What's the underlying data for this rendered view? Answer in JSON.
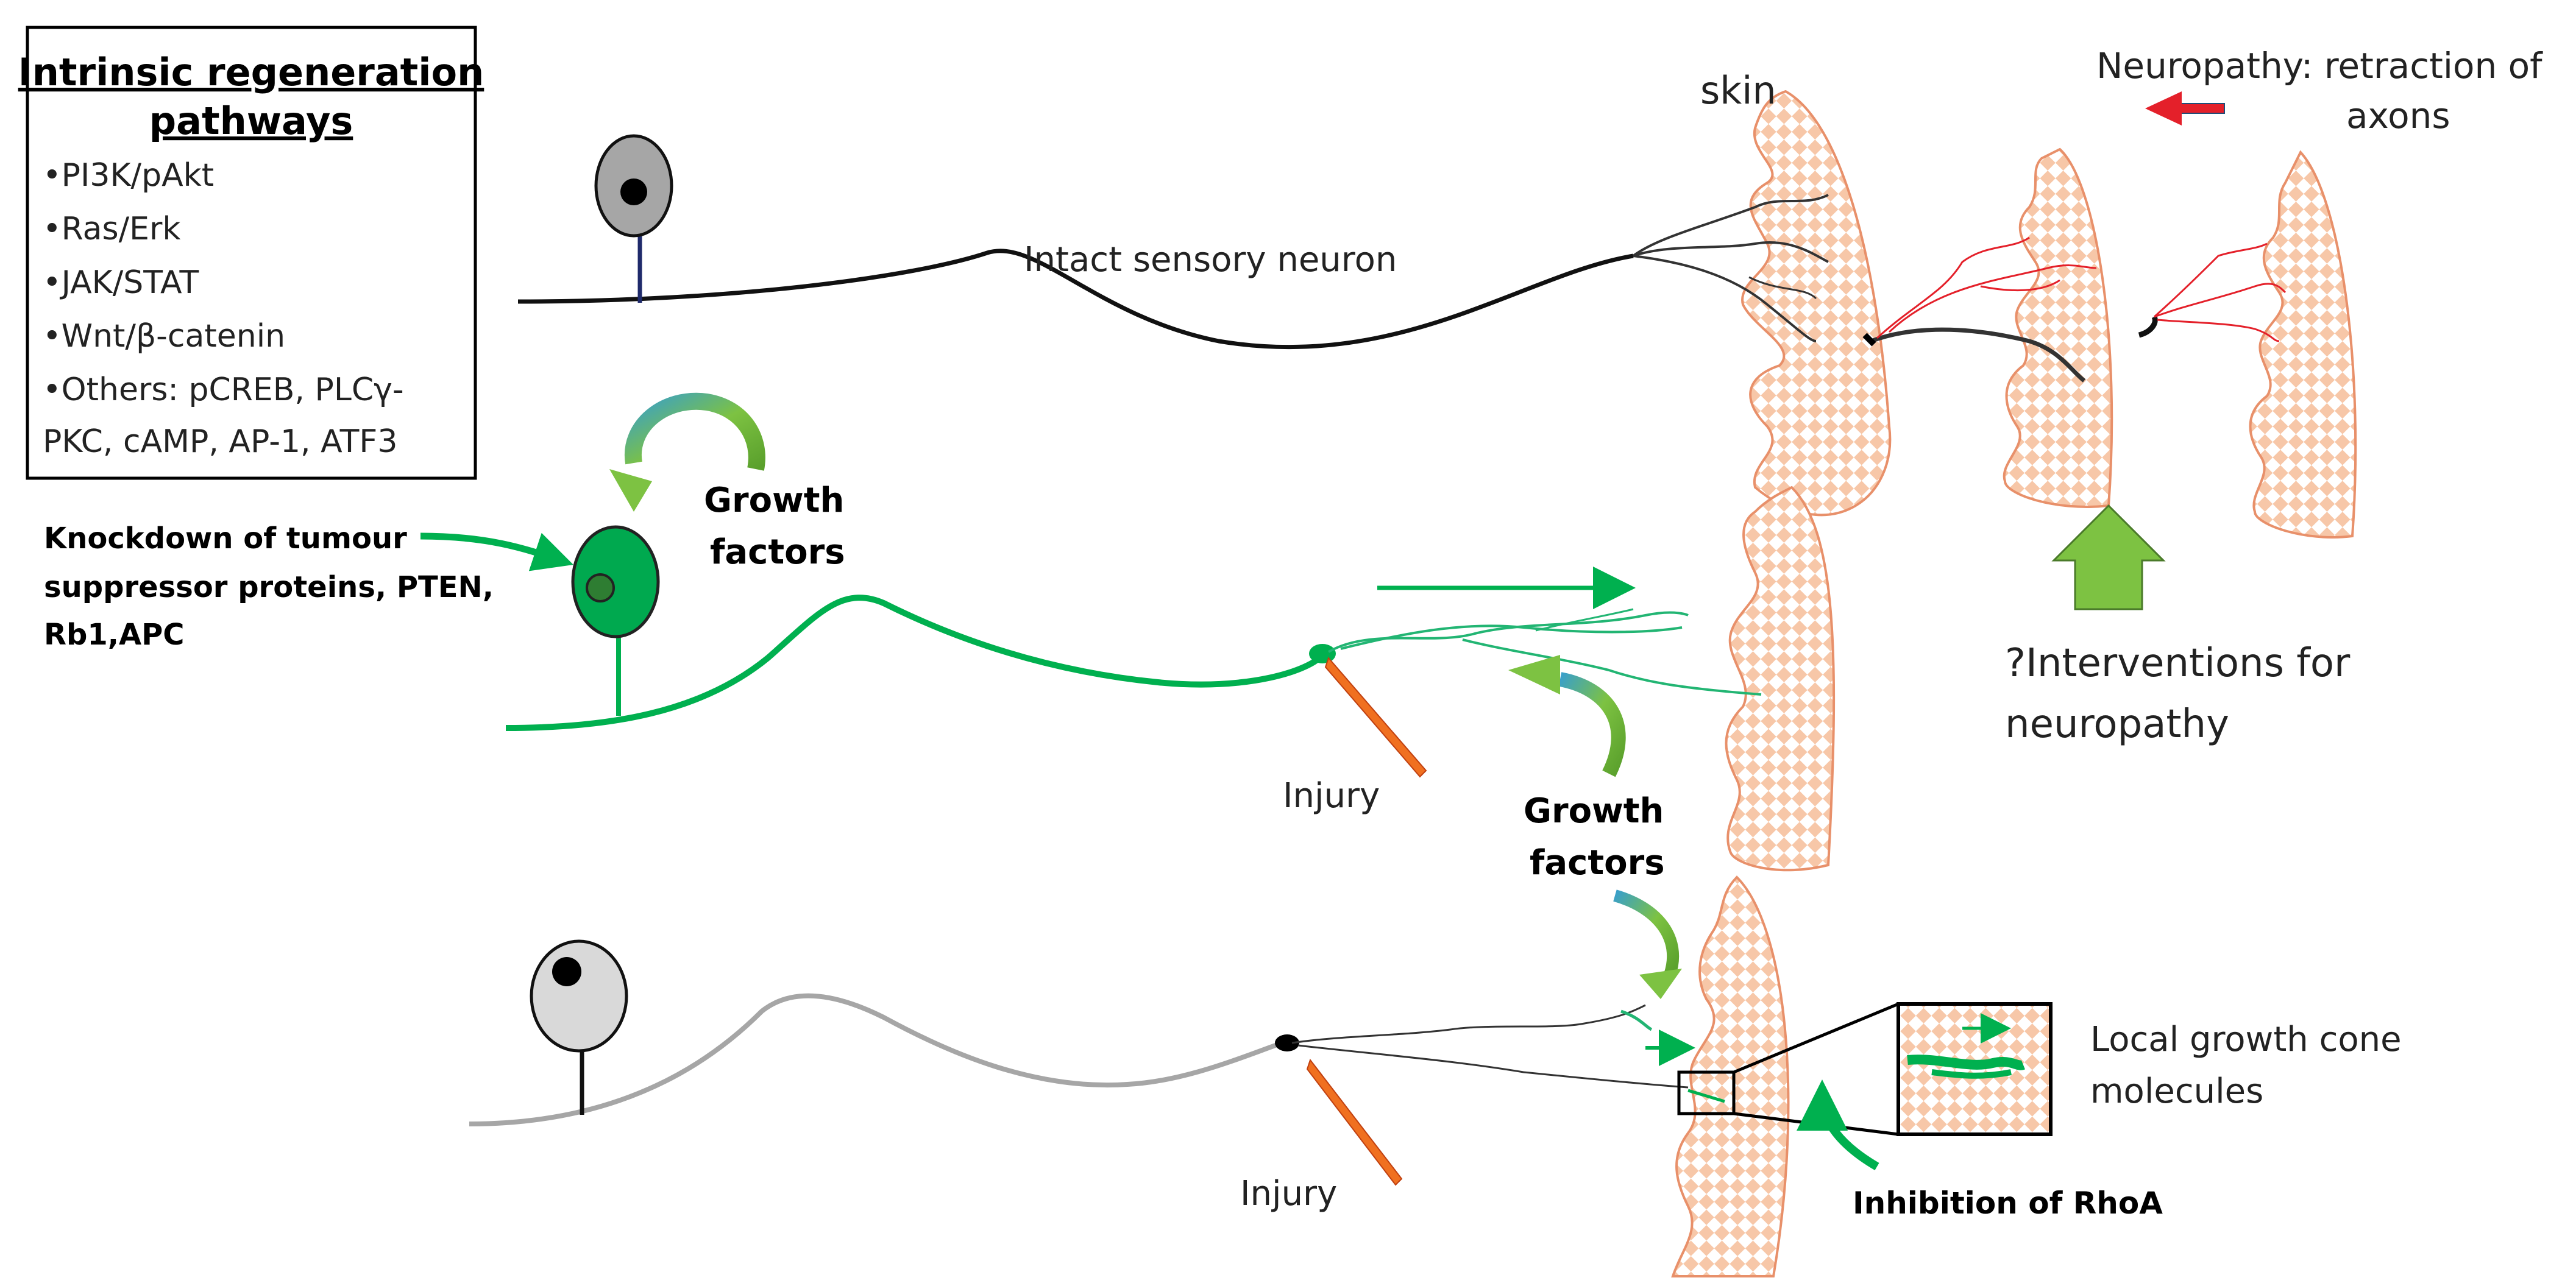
{
  "box": {
    "title_line1": "Intrinsic regeneration",
    "title_line2": "pathways",
    "items": [
      "•PI3K/pAkt",
      "•Ras/Erk",
      "•JAK/STAT",
      "•Wnt/β-catenin",
      "•Others: pCREB,  PLCγ-",
      "PKC,  cAMP,  AP-1,  ATF3"
    ]
  },
  "labels": {
    "skin": "skin",
    "intact_neuron": "Intact sensory  neuron",
    "neuropathy_line1": "Neuropathy: retraction of",
    "neuropathy_line2": "axons",
    "growth_factors_top_1": "Growth",
    "growth_factors_top_2": "factors",
    "knockdown_1": "Knockdown of tumour",
    "knockdown_2": "suppressor proteins, PTEN,",
    "knockdown_3": "Rb1,APC",
    "injury_middle": "Injury",
    "injury_bottom": "Injury",
    "growth_factors_mid_1": "Growth",
    "growth_factors_mid_2": "factors",
    "interventions_1": "?Interventions for",
    "interventions_2": "neuropathy",
    "local_1": "Local growth cone",
    "local_2": "molecules",
    "rhoa": "Inhibition of RhoA"
  },
  "colors": {
    "green": "#00b04f",
    "light_green": "#7dc242",
    "skin_outline": "#e8906a",
    "skin_check": "#f7c7a8",
    "red": "#e4202a",
    "injury": "#f07020",
    "soma_grey": "#a6a6a6",
    "soma_light": "#d9d9d9"
  }
}
